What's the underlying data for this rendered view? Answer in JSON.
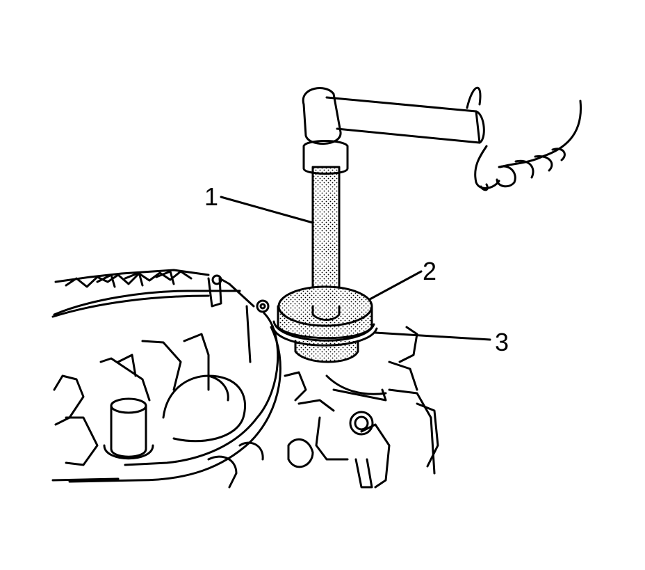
{
  "callouts": [
    {
      "id": "1",
      "label": "1",
      "part": "driver-handle"
    },
    {
      "id": "2",
      "label": "2",
      "part": "seal-installer"
    },
    {
      "id": "3",
      "label": "3",
      "part": "seal"
    }
  ],
  "colors": {
    "line": "#000000",
    "background": "#ffffff",
    "stipple": "#000000"
  }
}
